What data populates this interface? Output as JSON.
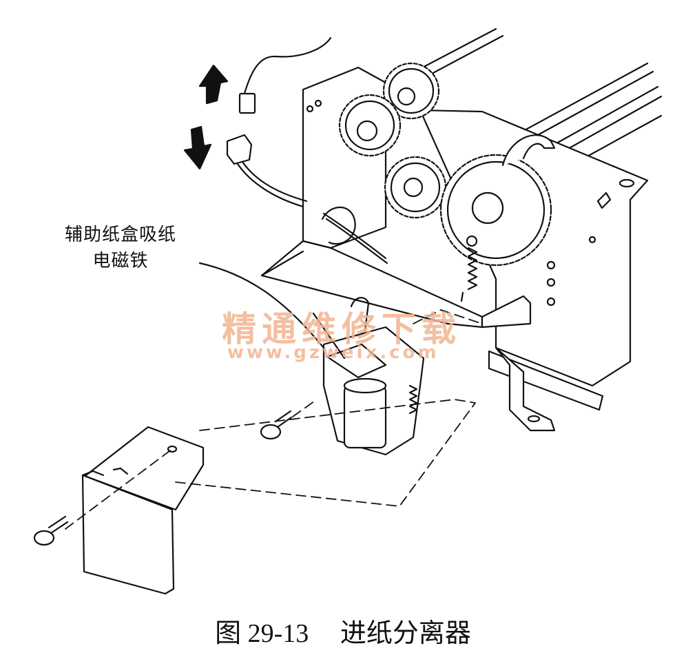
{
  "callout": {
    "line1": "辅助纸盒吸纸",
    "line2": "电磁铁"
  },
  "caption": {
    "figure_no": "图 29-13",
    "title": "进纸分离器"
  },
  "watermark": {
    "text": "精通维修下载",
    "url": "www.gzweix.com"
  },
  "colors": {
    "line": "#111111",
    "watermark": "#f2b491"
  }
}
